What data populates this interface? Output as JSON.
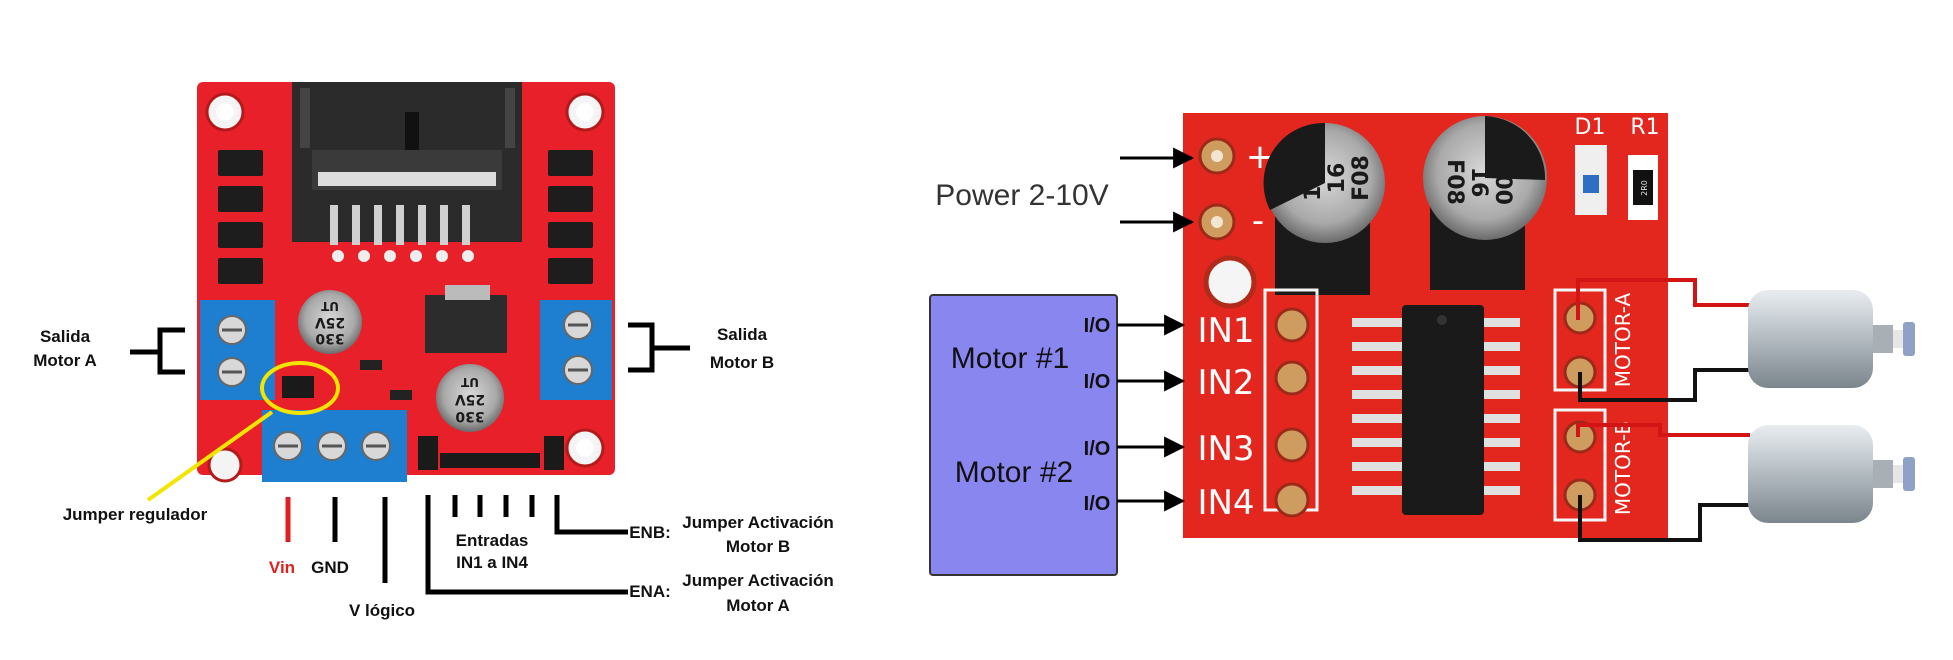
{
  "left_board": {
    "salida_a": "Salida",
    "motor_a_label": "Motor A",
    "salida_b": "Salida",
    "motor_b_label": "Motor B",
    "jumper_regulador": "Jumper regulador",
    "vin": "Vin",
    "gnd": "GND",
    "v_logico": "V lógico",
    "entradas_1": "Entradas",
    "entradas_2": "IN1 a IN4",
    "enb": "ENB:",
    "enb_desc_1": "Jumper Activación",
    "enb_desc_2": "Motor B",
    "ena": "ENA:",
    "ena_desc_1": "Jumper Activación",
    "ena_desc_2": "Motor A",
    "cap_text_1": "330",
    "cap_text_2": "25V",
    "cap_text_3": "UT",
    "header_pins": [
      "ENA",
      "IN1",
      "IN2",
      "IN3",
      "IN4",
      "ENB"
    ]
  },
  "right_board": {
    "power": "Power 2-10V",
    "plus": "+",
    "minus": "-",
    "in1": "IN1",
    "in2": "IN2",
    "in3": "IN3",
    "in4": "IN4",
    "motor_a_silk": "MOTOR-A",
    "motor_b_silk": "MOTOR-B",
    "d1": "D1",
    "r1": "R1",
    "cap_line_1": "100",
    "cap_line_2": "16",
    "cap_line_3": "F08",
    "motor1": "Motor #1",
    "motor2": "Motor #2",
    "io": "I/O",
    "resistor_code": "2R0"
  },
  "colors": {
    "pcb_red": "#e8202a",
    "terminal_blue": "#1e7fd0",
    "controller_purple": "#8a86f0",
    "highlight_yellow": "#f2e600",
    "vin_red": "#e02020"
  }
}
